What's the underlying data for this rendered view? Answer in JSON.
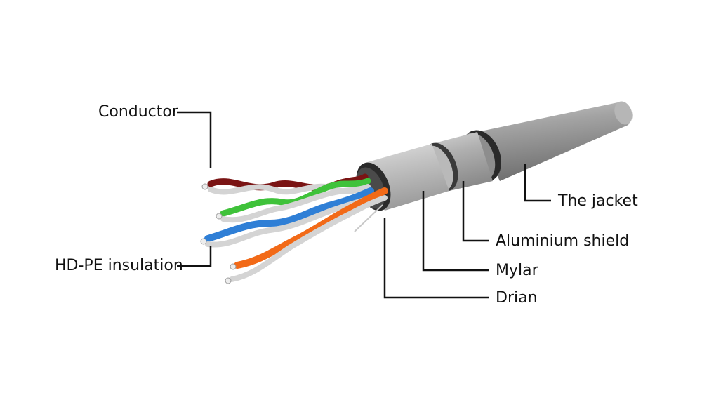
{
  "labels": {
    "conductor": "Conductor",
    "insulation": "HD-PE insulation",
    "jacket": "The jacket",
    "aluminium_shield": "Aluminium shield",
    "mylar": "Mylar",
    "drain": "Drian"
  },
  "colors": {
    "background": "#ffffff",
    "jacket": "#9a9a9a",
    "aluminium_shield": "#a8a8a8",
    "mylar": "#bdbdbd",
    "wire_brown": "#7a1414",
    "wire_green": "#3fc23a",
    "wire_blue": "#2f7fd6",
    "wire_orange": "#f26a18",
    "wire_white": "#dcdcdc",
    "leader_line": "#111111"
  }
}
